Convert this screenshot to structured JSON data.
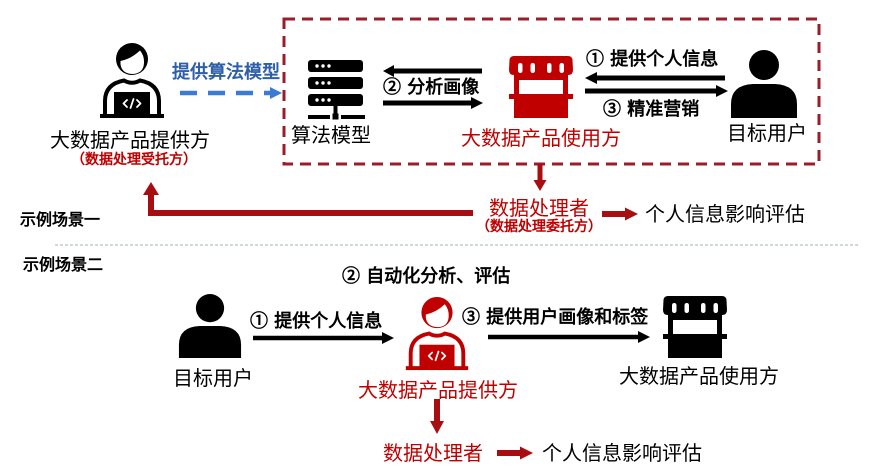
{
  "colors": {
    "black": "#000000",
    "red_text": "#c00000",
    "dark_red": "#a80d12",
    "box_red": "#9b1d2a",
    "blue": "#3a7bd5",
    "blue_text": "#2e5fa8",
    "separator": "#9fb3b8"
  },
  "scenario1": {
    "label": "示例场景一",
    "provider": {
      "icon": "developer-icon",
      "label": "大数据产品提供方",
      "sublabel": "（数据处理受托方）"
    },
    "provide_model_label": "提供算法模型",
    "algorithm_model": {
      "icon": "server-icon",
      "label": "算法模型"
    },
    "step2_label": "② 分析画像",
    "user_side": {
      "icon": "store-icon",
      "label": "大数据产品使用方"
    },
    "step1_label": "① 提供个人信息",
    "step3_label": "③ 精准营销",
    "target_user": {
      "icon": "user-icon",
      "label": "目标用户"
    },
    "processor": {
      "label": "数据处理者",
      "sublabel": "（数据处理委托方）"
    },
    "assessment_label": "个人信息影响评估"
  },
  "scenario2": {
    "label": "示例场景二",
    "step2_label": "② 自动化分析、评估",
    "target_user": {
      "icon": "user-icon",
      "label": "目标用户"
    },
    "step1_label": "① 提供个人信息",
    "provider": {
      "icon": "developer-icon",
      "label": "大数据产品提供方"
    },
    "step3_label": "③ 提供用户画像和标签",
    "user_side": {
      "icon": "store-icon",
      "label": "大数据产品使用方"
    },
    "processor": {
      "label": "数据处理者"
    },
    "assessment_label": "个人信息影响评估"
  }
}
